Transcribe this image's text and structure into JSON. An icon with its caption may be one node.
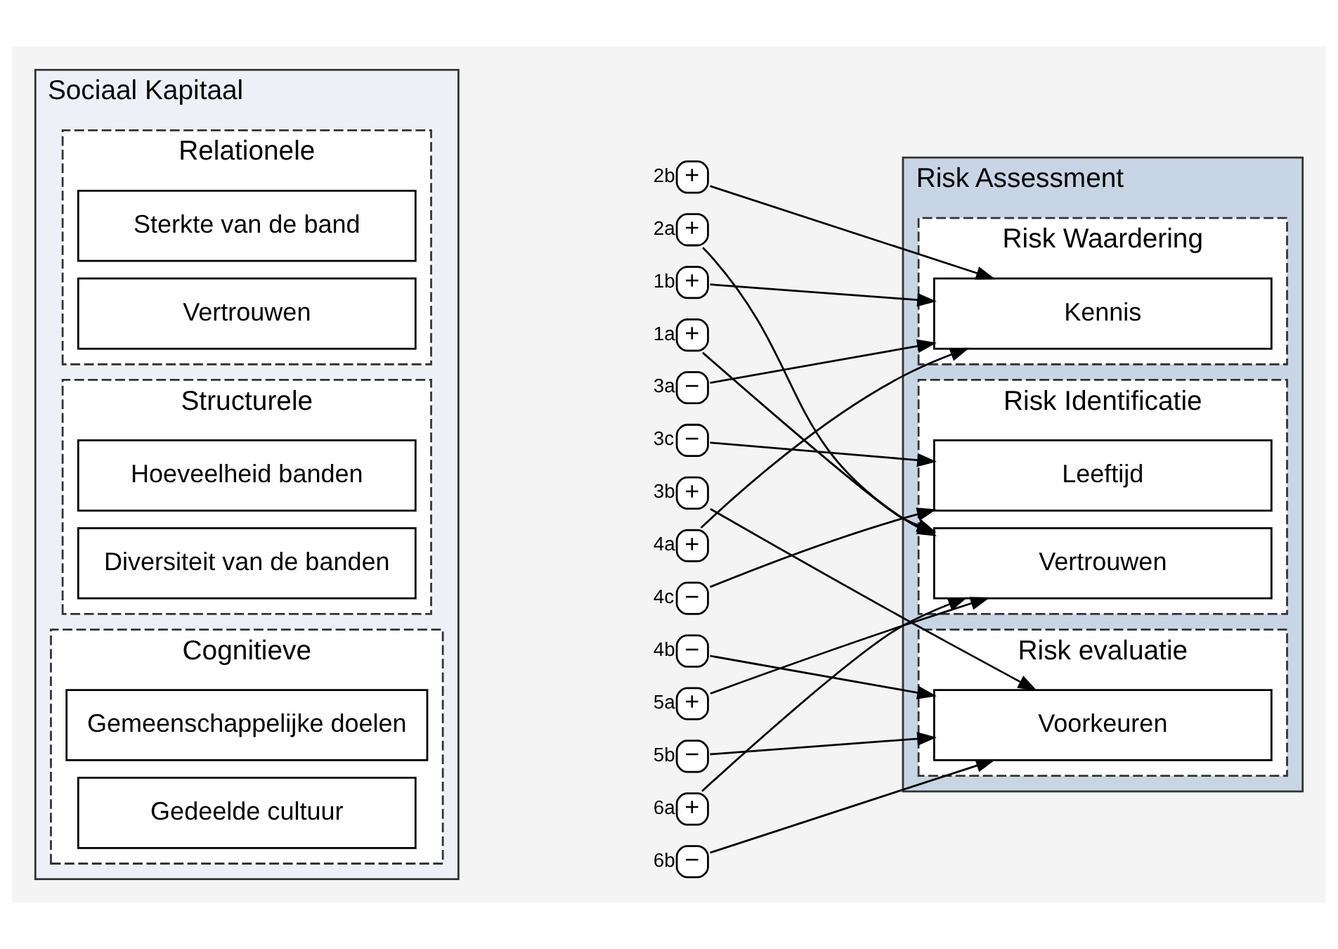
{
  "diagram": {
    "nodes": [
      {
        "text": [
          "Sociaal Kapitaal"
        ]
      },
      {
        "text": [
          "Relationele"
        ],
        "in": 0
      },
      {
        "text": [
          "Vertrouwen"
        ],
        "in": 1
      },
      {
        "text": [
          "Sterkte van de band"
        ],
        "in": 1
      },
      {
        "text": [
          "Structurele"
        ],
        "in": 0
      },
      {
        "text": [
          "Hoeveelheid banden"
        ],
        "in": 4
      },
      {
        "text": [
          "Diversiteit van de banden"
        ],
        "in": 4
      },
      {
        "text": [
          "Cognitieve"
        ],
        "in": 0
      },
      {
        "text": [
          "Gemeenschappelijke doelen"
        ],
        "in": 7
      },
      {
        "text": [
          "Gedeelde cultuur"
        ],
        "in": 7
      },
      {
        "text": [
          "Risk Assessment"
        ]
      },
      {
        "text": [
          "Risk Identificatie"
        ],
        "in": 10
      },
      {
        "text": [
          "Leeftijd"
        ],
        "in": 11
      },
      {
        "text": [
          "Vertrouwen"
        ],
        "in": 11
      },
      {
        "text": [
          "Risk Waardering"
        ],
        "in": 10
      },
      {
        "text": [
          "Kennis"
        ],
        "in": 14
      },
      {
        "text": [
          "Risk evaluatie"
        ],
        "in": 10
      },
      {
        "text": [
          "Voorkeuren"
        ],
        "in": 16
      },
      {
        "text": [
          "+"
        ],
        "beside": [
          "1a"
        ]
      },
      {
        "text": [
          "+"
        ],
        "beside": [
          "1b"
        ]
      },
      {
        "text": [
          "+"
        ],
        "beside": [
          "2a"
        ]
      },
      {
        "text": [
          "+"
        ],
        "beside": [
          "2b"
        ]
      },
      {
        "text": [
          "−"
        ],
        "beside": [
          "3a"
        ]
      },
      {
        "text": [
          "+"
        ],
        "beside": [
          "3b"
        ]
      },
      {
        "text": [
          "−"
        ],
        "beside": [
          "3c"
        ]
      },
      {
        "text": [
          "+"
        ],
        "beside": [
          "4a"
        ]
      },
      {
        "text": [
          "−"
        ],
        "beside": [
          "4b"
        ]
      },
      {
        "text": [
          "−"
        ],
        "beside": [
          "4c"
        ]
      },
      {
        "text": [
          "+"
        ],
        "beside": [
          "5a"
        ]
      },
      {
        "text": [
          "−"
        ],
        "beside": [
          "5b"
        ]
      },
      {
        "text": [
          "+"
        ],
        "beside": [
          "6a"
        ]
      },
      {
        "text": [
          "−"
        ],
        "beside": [
          "6b"
        ]
      }
    ],
    "edges": [
      {
        "from": 18,
        "to": 13,
        "arrow": "to"
      },
      {
        "from": 19,
        "to": 15,
        "arrow": "to"
      },
      {
        "from": 20,
        "to": 13,
        "arrow": "to"
      },
      {
        "from": 21,
        "to": 15,
        "arrow": "to"
      },
      {
        "from": 22,
        "to": 15,
        "arrow": "to"
      },
      {
        "from": 23,
        "to": 17,
        "arrow": "to"
      },
      {
        "from": 24,
        "to": 12,
        "arrow": "to"
      },
      {
        "from": 25,
        "to": 15,
        "arrow": "to"
      },
      {
        "from": 26,
        "to": 17,
        "arrow": "to"
      },
      {
        "from": 27,
        "to": 12,
        "arrow": "to"
      },
      {
        "from": 28,
        "to": 13,
        "arrow": "to"
      },
      {
        "from": 29,
        "to": 17,
        "arrow": "to"
      },
      {
        "from": 30,
        "to": 13,
        "arrow": "to"
      },
      {
        "from": 31,
        "to": 17,
        "arrow": "to"
      }
    ]
  }
}
